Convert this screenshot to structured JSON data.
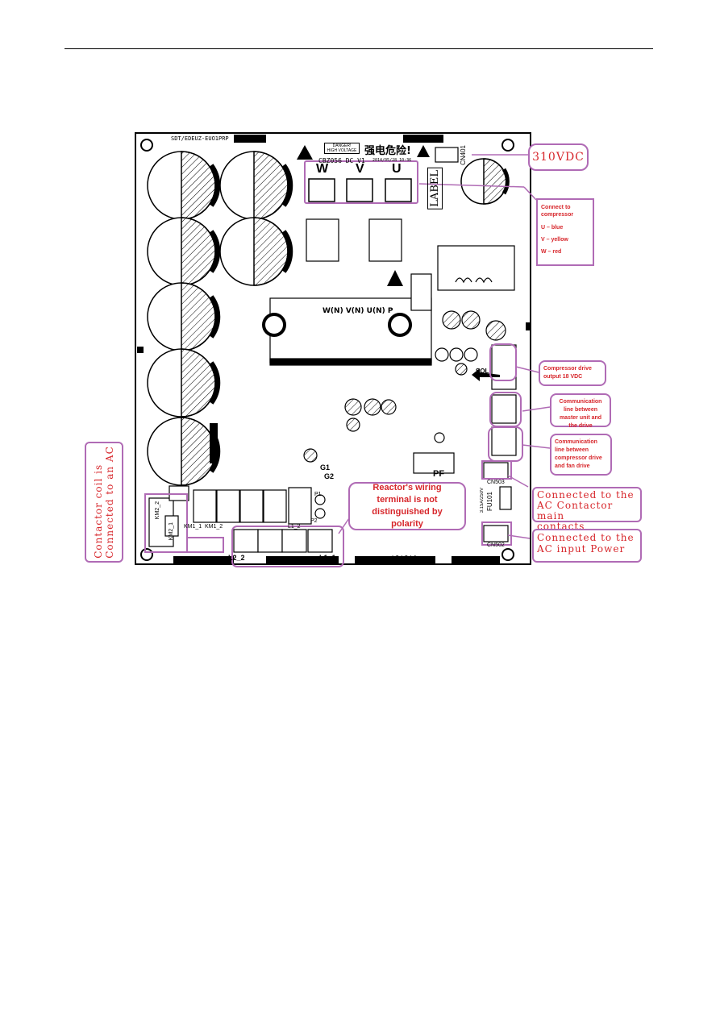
{
  "board": {
    "silk_top_left": "SDT/EDEUZ-EUO1PRP",
    "warning_label_line1": "DANGER!",
    "warning_label_line2": "HIGH VOLTAGE",
    "chinese_warning": "强电危险!",
    "part_number": "CBZ056 DC V1",
    "date_code": "2014/05/28 10:36",
    "phase_w": "W",
    "phase_v": "V",
    "phase_u": "U",
    "label_box": "LABEL",
    "cn401": "CN401",
    "module_pins": "W(N) V(N) U(N) P",
    "g1": "G1",
    "g2": "G2",
    "p1": "P1",
    "p2": "P2",
    "pf": "PF",
    "km2_2": "KM2_2",
    "km2_1": "KM2_1",
    "km1_1": "KM1_1",
    "km1_2": "KM1_2",
    "l2_2": "L2_2",
    "l1_2": "L1_2",
    "l1_1": "L1_1",
    "l_bottom": "L3  L2  L1",
    "cn503": "CN503",
    "cn502": "CN502",
    "fuse": "FU101",
    "fuse_rating": "3.15A/250V",
    "sol": "SOL"
  },
  "callouts": {
    "v310": "310VDC",
    "compressor_title": "Connect to compressor",
    "u_blue": "U – blue",
    "v_yellow": "V – yellow",
    "w_red": "W – red",
    "drive_output": "Compressor drive output 18 VDC",
    "comm_master": "Communication line between master unit and the drive",
    "comm_fan": "Communication line between compressor drive and fan drive",
    "reactor": "Reactor's wiring terminal is not distinguished by polarity",
    "contactor_main_l1": "Connected to the",
    "contactor_main_l2": "AC Contactor main",
    "contactor_main_l3": "contacts",
    "ac_input_l1": "Connected to the",
    "ac_input_l2": "AC input Power",
    "coil_l1": "Contactor coil is",
    "coil_l2": "Connected to an AC"
  },
  "colors": {
    "callout_border": "#b06bb5",
    "callout_text": "#d7262b",
    "board_line": "#000000"
  }
}
